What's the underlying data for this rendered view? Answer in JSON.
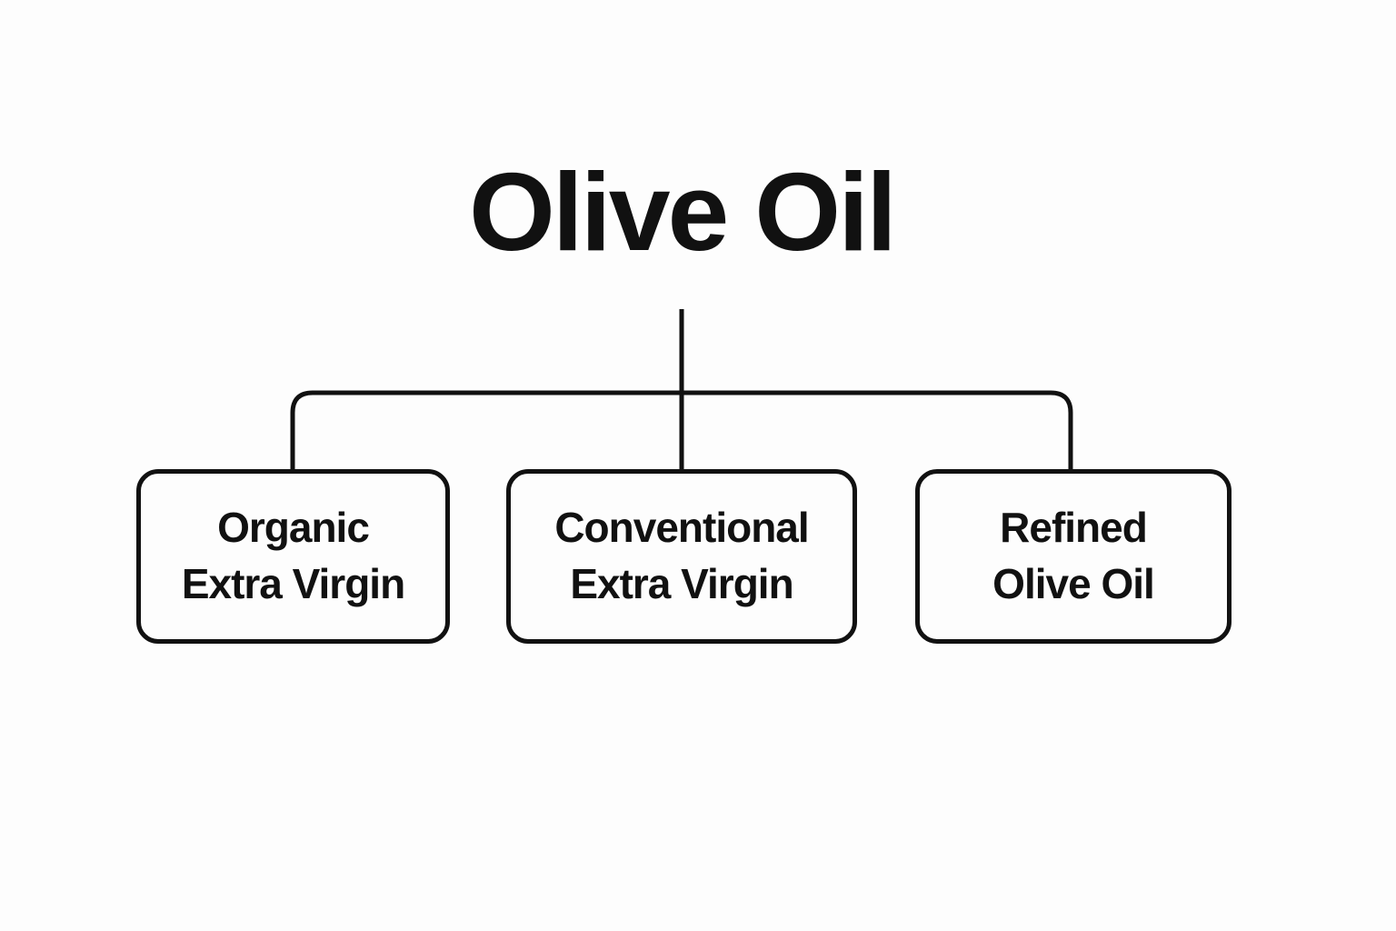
{
  "title": "Olive Oil",
  "colors": {
    "background": "#fdfdfd",
    "line": "#111111",
    "text": "#111111",
    "box_border": "#111111",
    "box_fill": "#fdfdfd"
  },
  "nodes": [
    {
      "id": "organic-extra-virgin",
      "line1": "Organic",
      "line2": "Extra Virgin"
    },
    {
      "id": "conventional-extra-virgin",
      "line1": "Conventional",
      "line2": "Extra Virgin"
    },
    {
      "id": "refined-olive-oil",
      "line1": "Refined",
      "line2": "Olive Oil"
    }
  ]
}
